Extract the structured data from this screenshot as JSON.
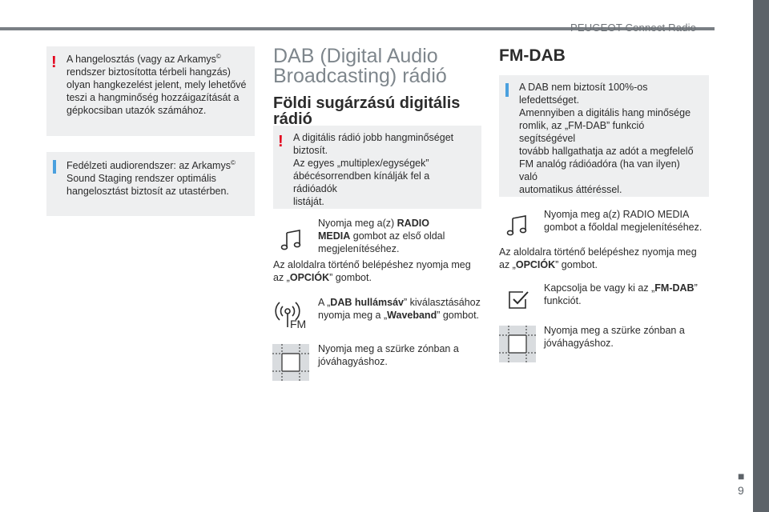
{
  "header": {
    "title": "PEUGEOT Connect Radio"
  },
  "left_column": {
    "warning_box": {
      "l1": "A hangelosztás (vagy az Arkamys",
      "sup": "©",
      "l2": "rendszer biztosította térbeli hangzás)",
      "l3": "olyan hangkezelést jelent, mely lehetővé",
      "l4": "teszi a hangminőség hozzáigazítását a",
      "l5": "gépkocsiban utazók számához."
    },
    "info_box": {
      "l1": "Fedélzeti audiorendszer: az Arkamys",
      "sup": "©",
      "l2": "Sound Staging rendszer optimális",
      "l3": "hangelosztást biztosít az utastérben."
    }
  },
  "middle_column": {
    "title_l1": "DAB (Digital Audio",
    "title_l2": "Broadcasting) rádió",
    "subtitle_l1": "Földi sugárzású digitális",
    "subtitle_l2": "rádió",
    "warning_box": {
      "l1": "A digitális rádió jobb hangminőséget",
      "l2": "biztosít.",
      "l3": "Az egyes „multiplex/egységek”",
      "l4": "ábécésorrendben kínálják fel a rádióadók",
      "l5": "listáját."
    },
    "step1": {
      "pre": "Nyomja meg a(z) ",
      "b1": "RADIO",
      "b2": "MEDIA",
      "post": " gombot az első oldal",
      "l3": "megjelenítéséhez."
    },
    "para": {
      "l1": "Az aloldalra történő belépéshez nyomja meg",
      "l2_pre": "az „",
      "l2_b": "OPCIÓK",
      "l2_post": "” gombot."
    },
    "step2": {
      "pre": "A „",
      "b1": "DAB hullámsáv",
      "mid": "” kiválasztásához",
      "l2_pre": "nyomja meg a „",
      "b2": "Waveband",
      "l2_post": "” gombot."
    },
    "fm_icon_label": "FM",
    "step3": {
      "l1": "Nyomja meg a szürke zónban a",
      "l2": "jóváhagyáshoz."
    }
  },
  "right_column": {
    "title": "FM-DAB",
    "info_box": {
      "l1": "A DAB nem biztosít 100%-os",
      "l2": "lefedettséget.",
      "l3": "Amennyiben a digitális hang minősége",
      "l4": "romlik, az „FM-DAB” funkció segítségével",
      "l5": "tovább hallgathatja az adót a megfelelő",
      "l6": "FM analóg rádióadóra (ha van ilyen) való",
      "l7": "automatikus áttéréssel."
    },
    "step1": {
      "l1": "Nyomja meg a(z) RADIO MEDIA",
      "l2": "gombot a főoldal megjelenítéséhez."
    },
    "para": {
      "l1": "Az aloldalra történő belépéshez nyomja meg",
      "l2_pre": "az „",
      "l2_b": "OPCIÓK",
      "l2_post": "” gombot."
    },
    "step2": {
      "pre": "Kapcsolja be vagy ki az „",
      "b": "FM-DAB",
      "post": "”",
      "l2": "funkciót."
    },
    "step3": {
      "l1": "Nyomja meg a szürke zónban a",
      "l2": "jóváhagyáshoz."
    }
  },
  "footer": {
    "dot": "■",
    "page": "9"
  }
}
